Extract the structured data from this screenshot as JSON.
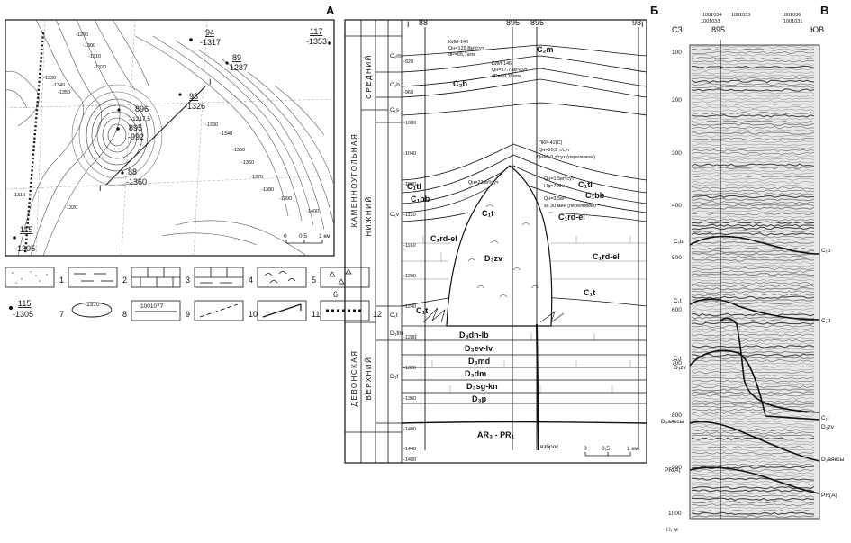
{
  "panels": {
    "a": "А",
    "b": "Б",
    "c": "В"
  },
  "map": {
    "wells": [
      {
        "id": "94",
        "alt": "-1317"
      },
      {
        "id": "89",
        "alt": "-1287"
      },
      {
        "id": "117",
        "alt": "-1353"
      },
      {
        "id": "896",
        "alt": "-1217,5"
      },
      {
        "id": "93",
        "alt": "-1326"
      },
      {
        "id": "895",
        "alt": "-992"
      },
      {
        "id": "88",
        "alt": "-1360"
      },
      {
        "id": "115",
        "alt": "-1305"
      }
    ],
    "profile_marks": [
      "I",
      "I"
    ],
    "contours": [
      "-1290",
      "-1300",
      "-1310",
      "-1320",
      "-1330",
      "-1340",
      "-1350",
      "-1330",
      "-1340",
      "-1350",
      "-1360",
      "-1370",
      "-1380",
      "-1390",
      "-1400",
      "-1310",
      "-1320"
    ],
    "scale": {
      "ticks": [
        "0",
        "0,5",
        "1 км"
      ]
    }
  },
  "legend": {
    "numbers": [
      "1",
      "2",
      "3",
      "4",
      "5",
      "6",
      "7",
      "8",
      "9",
      "10",
      "11",
      "12"
    ],
    "well_sample": {
      "id": "115",
      "alt": "-1305"
    },
    "contour_sample": "-1310",
    "profile_sample": "1001077"
  },
  "section": {
    "left_columns": {
      "system_carb": "КАМЕННОУГОЛЬНАЯ",
      "system_dev": "ДЕВОНСКАЯ",
      "series_carb_mid": "СРЕДНИЙ",
      "series_carb_low": "НИЖНИЙ",
      "series_dev_up": "ВЕРХНИЙ",
      "index": [
        "C₂m",
        "C₂b",
        "C₁s",
        "C₁v",
        "C₁t",
        "D₃fm",
        "D₃f"
      ]
    },
    "depth_ticks": [
      "-920",
      "-960",
      "-1000",
      "-1040",
      "-1080",
      "-1120",
      "-1160",
      "-1200",
      "-1240",
      "-1280",
      "-1320",
      "-1360",
      "-1400",
      "-1440",
      "-1480"
    ],
    "wells": [
      "88",
      "895",
      "896",
      "93",
      "I",
      "I"
    ],
    "strata": [
      "C₂m",
      "C₂b",
      "C₁tl",
      "C₁bb",
      "C₁rd-el",
      "C₁rd-el",
      "C₁t",
      "C₁t",
      "C₁t",
      "C₁tl",
      "C₁bb",
      "C₁rd-el",
      "D₃zv",
      "D₃dn-lb",
      "D₃ev-lv",
      "D₃md",
      "D₃dm",
      "D₃sg-kn",
      "D₃p",
      "AR₃ - PR₁"
    ],
    "tests": {
      "t1": [
        "КИИ-146",
        "Qн=129,8м³/сут",
        "dP=65,7атм"
      ],
      "t2": [
        "КИИ-146",
        "Qн=57,73м³/сут",
        "dP=69,39атм"
      ],
      "t3": [
        "ПКР-42(С)",
        "Qн=10,2 т/сут",
        "Qн=0,9 т/сут (переливом)"
      ],
      "t4": [
        "Qн=23 м³/сут"
      ],
      "t5": [
        "Qн=1,5м³/сут",
        "Hд=700м",
        "Qн=3,5м³",
        "за 30 мин (переливом)"
      ]
    },
    "fault_label": "взброс",
    "scale": {
      "ticks": [
        "0",
        "0,5",
        "1 км"
      ]
    }
  },
  "seismic": {
    "sides": {
      "left": "СЗ",
      "right": "ЮВ"
    },
    "well": "895",
    "cdp": [
      "1001034",
      "1001033",
      "1001036",
      "1001033",
      "1001031"
    ],
    "time_ticks": [
      "100",
      "200",
      "300",
      "400",
      "500",
      "600",
      "700",
      "800",
      "900",
      "1000"
    ],
    "axis_label": "H, м",
    "horizons_left": [
      "C₁b",
      "C₁t",
      "C₁t",
      "D₃zv",
      "D₃аяксы",
      "PR(A)"
    ],
    "horizons_right": [
      "C₁b",
      "C₁tl",
      "C₁t",
      "D₃zv",
      "D₃аяксы",
      "PR(A)"
    ]
  }
}
